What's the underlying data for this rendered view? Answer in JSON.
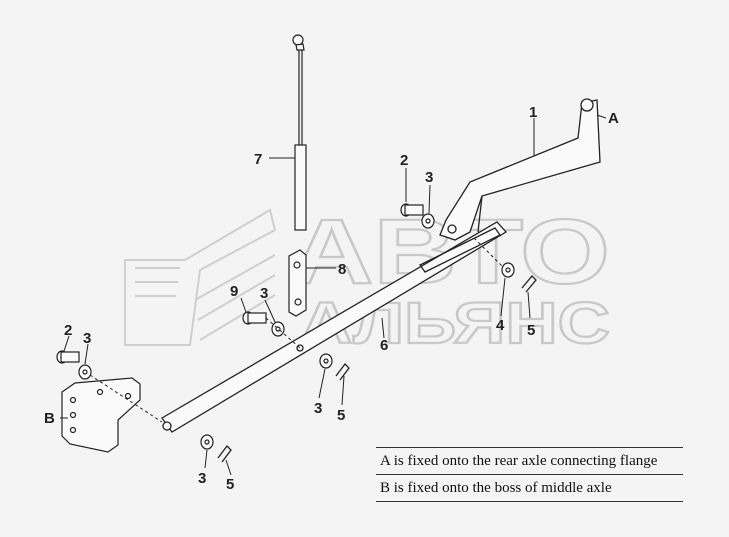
{
  "watermark": {
    "line1": "АВТО",
    "line2": "АЛЬЯНС"
  },
  "callouts": {
    "a": "A",
    "b": "B",
    "n1": "1",
    "n2": "2",
    "n3": "3",
    "n4": "4",
    "n5": "5",
    "n6": "6",
    "n7": "7",
    "n8": "8",
    "n9": "9"
  },
  "legend": {
    "row_a": "A is fixed onto the rear axle connecting flange",
    "row_b": "B is fixed onto the boss of middle axle"
  }
}
